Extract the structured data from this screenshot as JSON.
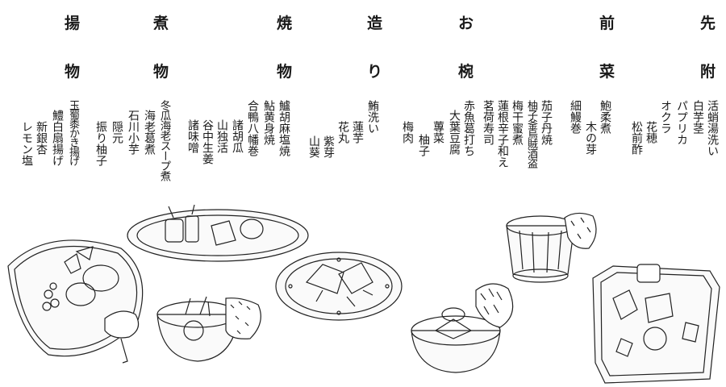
{
  "courses": [
    {
      "top": "先",
      "bottom": "附",
      "columns": [
        "活蛸湯洗い",
        "白芋茎",
        "パプリカ",
        "オクラ",
        "花穂",
        "松前酢"
      ]
    },
    {
      "top": "前",
      "bottom": "菜",
      "columns": [
        "鮑柔煮",
        "木の芽",
        "細鰻巻"
      ]
    },
    {
      "top": "お",
      "bottom": "椀",
      "columns": [
        "茄子丹焼",
        "柚子釜烏賊酒盗",
        "梅干蜜煮",
        "蓮根辛子和え",
        "茗荷寿司",
        "赤魚葛打ち",
        "大葉豆腐",
        "蓴菜",
        "柚子",
        "梅肉"
      ]
    },
    {
      "top": "造",
      "bottom": "り",
      "columns": [
        "鮪洗い",
        "蓮芋",
        "花丸",
        "紫芽",
        "山葵"
      ]
    },
    {
      "top": "焼",
      "bottom": "物",
      "columns": [
        "鱸胡麻塩焼",
        "鮎黄身焼",
        "合鴨八幡巻",
        "諸胡瓜",
        "山独活",
        "谷中生姜",
        "諸味噌"
      ]
    },
    {
      "top": "煮",
      "bottom": "物",
      "columns": [
        "冬瓜海老スープ煮",
        "海老葛煮",
        "石川小芋",
        "隠元",
        "振り柚子"
      ]
    },
    {
      "top": "揚",
      "bottom": "物",
      "columns": [
        "玉蜀黍かき揚げ",
        "鱧白扇揚げ",
        "新銀杏",
        "レモン塩"
      ]
    }
  ]
}
